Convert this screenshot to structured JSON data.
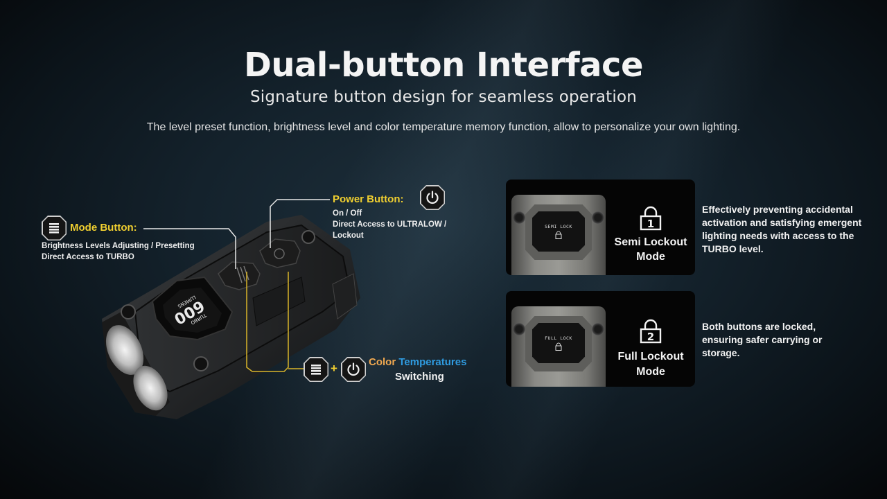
{
  "header": {
    "title": "Dual-button Interface",
    "subtitle": "Signature button design for seamless operation",
    "description": "The level preset function, brightness level and color temperature memory function, allow to personalize your own lighting."
  },
  "mode_button": {
    "icon": "menu-lines-icon",
    "label": "Mode Button:",
    "lines": [
      "Brightness Levels Adjusting / Presetting",
      "Direct Access to TURBO"
    ]
  },
  "power_button": {
    "icon": "power-icon",
    "label": "Power Button:",
    "lines": [
      "On / Off",
      "Direct Access to ULTRALOW /",
      "Lockout"
    ]
  },
  "combo": {
    "icons": [
      "menu-lines-icon",
      "power-icon"
    ],
    "plus": "+",
    "word_color": "Color",
    "word_temperatures": "Temperatures",
    "word_switching": "Switching"
  },
  "device_screen": {
    "value": "600",
    "top_label": "TURBO",
    "bottom_label": "LUMENS"
  },
  "lock_modes": [
    {
      "screen_text": "SEMI LOCK",
      "lock_number": "1",
      "title_line1": "Semi Lockout",
      "title_line2": "Mode",
      "description": "Effectively preventing accidental activation and satisfying emergent lighting needs with access to the TURBO level."
    },
    {
      "screen_text": "FULL LOCK",
      "lock_number": "2",
      "title_line1": "Full Lockout",
      "title_line2": "Mode",
      "description": "Both buttons are locked, ensuring safer carrying or storage."
    }
  ],
  "colors": {
    "label_yellow": "#f0cf30",
    "color_orange": "#f0a850",
    "temperature_blue": "#2f9be0",
    "leader_line_white": "#e8e8e8",
    "leader_line_yellow": "#d9b52a",
    "background": "#14222c"
  }
}
